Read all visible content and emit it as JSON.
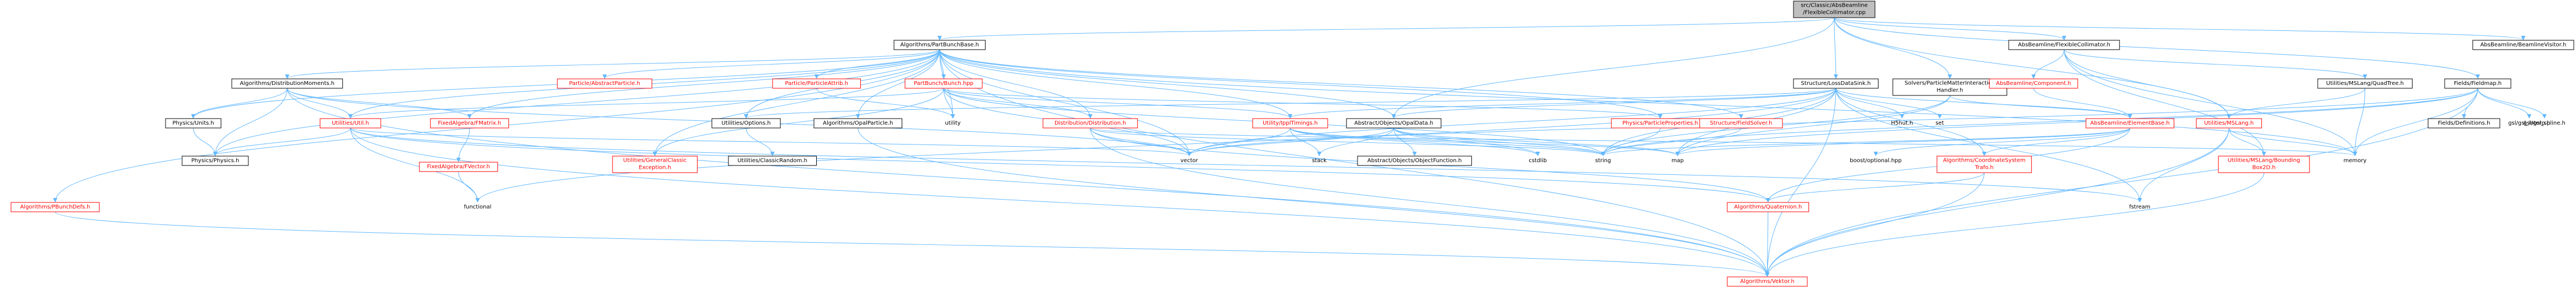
{
  "colors": {
    "background": "#ffffff",
    "node_fill": "#ffffff",
    "node_border": "#000000",
    "node_text": "#000000",
    "root_fill": "#bfbfbf",
    "link_text": "#ff0000",
    "edge": "#63b8ff"
  },
  "nodes": [
    {
      "id": "root",
      "lines": [
        "src/Classic/AbsBeamline",
        "/FlexibleCollimator.cpp"
      ],
      "kind": "root"
    },
    {
      "id": "n1",
      "lines": [
        "Algorithms/PartBunchBase.h"
      ],
      "kind": "normal"
    },
    {
      "id": "n2",
      "lines": [
        "AbsBeamline/FlexibleCollimator.h"
      ],
      "kind": "normal"
    },
    {
      "id": "n3",
      "lines": [
        "AbsBeamline/BeamlineVisitor.h"
      ],
      "kind": "normal"
    },
    {
      "id": "n4",
      "lines": [
        "Structure/LossDataSink.h"
      ],
      "kind": "normal"
    },
    {
      "id": "n5",
      "lines": [
        "Solvers/ParticleMatterInteraction",
        "Handler.h"
      ],
      "kind": "normal"
    },
    {
      "id": "n6",
      "lines": [
        "Fields/Fieldmap.h"
      ],
      "kind": "normal"
    },
    {
      "id": "n7",
      "lines": [
        "Algorithms/DistributionMoments.h"
      ],
      "kind": "normal"
    },
    {
      "id": "n8",
      "lines": [
        "Particle/AbstractParticle.h"
      ],
      "kind": "link"
    },
    {
      "id": "n9",
      "lines": [
        "Particle/ParticleAttrib.h"
      ],
      "kind": "link"
    },
    {
      "id": "n10",
      "lines": [
        "PartBunch/Bunch.hpp"
      ],
      "kind": "link"
    },
    {
      "id": "n11",
      "lines": [
        "AbsBeamline/Component.h"
      ],
      "kind": "link"
    },
    {
      "id": "n12",
      "lines": [
        "Utilities/MSLang/QuadTree.h"
      ],
      "kind": "normal"
    },
    {
      "id": "n13",
      "lines": [
        "Physics/Units.h"
      ],
      "kind": "normal"
    },
    {
      "id": "n14",
      "lines": [
        "Utilities/Util.h"
      ],
      "kind": "link"
    },
    {
      "id": "n15",
      "lines": [
        "FixedAlgebra/FMatrix.h"
      ],
      "kind": "link"
    },
    {
      "id": "n16",
      "lines": [
        "Utilities/Options.h"
      ],
      "kind": "normal"
    },
    {
      "id": "n17",
      "lines": [
        "Algorithms/OpalParticle.h"
      ],
      "kind": "normal"
    },
    {
      "id": "n18",
      "lines": [
        "Distribution/Distribution.h"
      ],
      "kind": "link"
    },
    {
      "id": "n19",
      "lines": [
        "Utility/IpplTimings.h"
      ],
      "kind": "link"
    },
    {
      "id": "n20",
      "lines": [
        "Abstract/Objects/OpalData.h"
      ],
      "kind": "normal"
    },
    {
      "id": "n21",
      "lines": [
        "Physics/ParticleProperties.h"
      ],
      "kind": "link"
    },
    {
      "id": "n22",
      "lines": [
        "Structure/FieldSolver.h"
      ],
      "kind": "link"
    },
    {
      "id": "n23",
      "lines": [
        "AbsBeamline/ElementBase.h"
      ],
      "kind": "link"
    },
    {
      "id": "n24",
      "lines": [
        "Utilities/MSLang.h"
      ],
      "kind": "link"
    },
    {
      "id": "n25",
      "lines": [
        "Fields/Definitions.h"
      ],
      "kind": "normal"
    },
    {
      "id": "n26",
      "lines": [
        "gsl/gsl_interp.h"
      ],
      "kind": "plain"
    },
    {
      "id": "n27",
      "lines": [
        "gsl/gsl_spline.h"
      ],
      "kind": "plain"
    },
    {
      "id": "n28",
      "lines": [
        "utility"
      ],
      "kind": "plain"
    },
    {
      "id": "n29",
      "lines": [
        "H5hut.h"
      ],
      "kind": "plain"
    },
    {
      "id": "n30",
      "lines": [
        "set"
      ],
      "kind": "plain"
    },
    {
      "id": "n31",
      "lines": [
        "Physics/Physics.h"
      ],
      "kind": "normal"
    },
    {
      "id": "n32",
      "lines": [
        "Utilities/GeneralClassic",
        "Exception.h"
      ],
      "kind": "link"
    },
    {
      "id": "n33",
      "lines": [
        "Utilities/ClassicRandom.h"
      ],
      "kind": "normal"
    },
    {
      "id": "n34",
      "lines": [
        "FixedAlgebra/FVector.h"
      ],
      "kind": "link"
    },
    {
      "id": "n35",
      "lines": [
        "vector"
      ],
      "kind": "plain"
    },
    {
      "id": "n36",
      "lines": [
        "stack"
      ],
      "kind": "plain"
    },
    {
      "id": "n37",
      "lines": [
        "Abstract/Objects/ObjectFunction.h"
      ],
      "kind": "normal"
    },
    {
      "id": "n38",
      "lines": [
        "cstdlib"
      ],
      "kind": "plain"
    },
    {
      "id": "n39",
      "lines": [
        "string"
      ],
      "kind": "plain"
    },
    {
      "id": "n40",
      "lines": [
        "map"
      ],
      "kind": "plain"
    },
    {
      "id": "n41",
      "lines": [
        "boost/optional.hpp"
      ],
      "kind": "plain"
    },
    {
      "id": "n42",
      "lines": [
        "Algorithms/CoordinateSystem",
        "Trafo.h"
      ],
      "kind": "link"
    },
    {
      "id": "n43",
      "lines": [
        "Utilities/MSLang/Bounding",
        "Box2D.h"
      ],
      "kind": "link"
    },
    {
      "id": "n44",
      "lines": [
        "memory"
      ],
      "kind": "plain"
    },
    {
      "id": "n45",
      "lines": [
        "functional"
      ],
      "kind": "plain"
    },
    {
      "id": "n46",
      "lines": [
        "fstream"
      ],
      "kind": "plain"
    },
    {
      "id": "n47",
      "lines": [
        "Algorithms/Quaternion.h"
      ],
      "kind": "link"
    },
    {
      "id": "n48",
      "lines": [
        "Algorithms/PBunchDefs.h"
      ],
      "kind": "link"
    },
    {
      "id": "n49",
      "lines": [
        "Algorithms/Vektor.h"
      ],
      "kind": "link"
    }
  ],
  "edges": [
    [
      "root",
      "n1"
    ],
    [
      "root",
      "n2"
    ],
    [
      "root",
      "n3"
    ],
    [
      "root",
      "n4"
    ],
    [
      "root",
      "n5"
    ],
    [
      "root",
      "n6"
    ],
    [
      "root",
      "n20"
    ],
    [
      "root",
      "n24"
    ],
    [
      "n1",
      "n7"
    ],
    [
      "n1",
      "n8"
    ],
    [
      "n1",
      "n9"
    ],
    [
      "n1",
      "n10"
    ],
    [
      "n1",
      "n13"
    ],
    [
      "n1",
      "n14"
    ],
    [
      "n1",
      "n15"
    ],
    [
      "n1",
      "n16"
    ],
    [
      "n1",
      "n17"
    ],
    [
      "n1",
      "n18"
    ],
    [
      "n1",
      "n19"
    ],
    [
      "n1",
      "n20"
    ],
    [
      "n1",
      "n21"
    ],
    [
      "n1",
      "n22"
    ],
    [
      "n1",
      "n28"
    ],
    [
      "n1",
      "n31"
    ],
    [
      "n1",
      "n32"
    ],
    [
      "n1",
      "n35"
    ],
    [
      "n1",
      "n44"
    ],
    [
      "n1",
      "n48"
    ],
    [
      "n1",
      "n49"
    ],
    [
      "n2",
      "n11"
    ],
    [
      "n2",
      "n12"
    ],
    [
      "n2",
      "n24"
    ],
    [
      "n2",
      "n43"
    ],
    [
      "n2",
      "n44"
    ],
    [
      "n4",
      "n16"
    ],
    [
      "n4",
      "n19"
    ],
    [
      "n4",
      "n20"
    ],
    [
      "n4",
      "n23"
    ],
    [
      "n4",
      "n29"
    ],
    [
      "n4",
      "n30"
    ],
    [
      "n4",
      "n35"
    ],
    [
      "n4",
      "n39"
    ],
    [
      "n4",
      "n40"
    ],
    [
      "n4",
      "n42"
    ],
    [
      "n4",
      "n45"
    ],
    [
      "n4",
      "n46"
    ],
    [
      "n4",
      "n49"
    ],
    [
      "n5",
      "n23"
    ],
    [
      "n5",
      "n39"
    ],
    [
      "n5",
      "n40"
    ],
    [
      "n6",
      "n25"
    ],
    [
      "n6",
      "n26"
    ],
    [
      "n6",
      "n27"
    ],
    [
      "n6",
      "n35"
    ],
    [
      "n6",
      "n39"
    ],
    [
      "n6",
      "n40"
    ],
    [
      "n6",
      "n44"
    ],
    [
      "n6",
      "n49"
    ],
    [
      "n7",
      "n13"
    ],
    [
      "n7",
      "n14"
    ],
    [
      "n7",
      "n15"
    ],
    [
      "n7",
      "n31"
    ],
    [
      "n7",
      "n35"
    ],
    [
      "n7",
      "n49"
    ],
    [
      "n9",
      "n28"
    ],
    [
      "n10",
      "n14"
    ],
    [
      "n10",
      "n18"
    ],
    [
      "n10",
      "n19"
    ],
    [
      "n10",
      "n21"
    ],
    [
      "n10",
      "n28"
    ],
    [
      "n10",
      "n32"
    ],
    [
      "n10",
      "n35"
    ],
    [
      "n10",
      "n39"
    ],
    [
      "n11",
      "n23"
    ],
    [
      "n12",
      "n24"
    ],
    [
      "n12",
      "n44"
    ],
    [
      "n13",
      "n31"
    ],
    [
      "n14",
      "n31"
    ],
    [
      "n14",
      "n35"
    ],
    [
      "n14",
      "n45"
    ],
    [
      "n14",
      "n46"
    ],
    [
      "n14",
      "n47"
    ],
    [
      "n14",
      "n49"
    ],
    [
      "n15",
      "n34"
    ],
    [
      "n16",
      "n33"
    ],
    [
      "n17",
      "n49"
    ],
    [
      "n18",
      "n35"
    ],
    [
      "n18",
      "n39"
    ],
    [
      "n18",
      "n44"
    ],
    [
      "n18",
      "n47"
    ],
    [
      "n18",
      "n49"
    ],
    [
      "n19",
      "n35"
    ],
    [
      "n19",
      "n36"
    ],
    [
      "n19",
      "n38"
    ],
    [
      "n19",
      "n39"
    ],
    [
      "n19",
      "n40"
    ],
    [
      "n20",
      "n35"
    ],
    [
      "n20",
      "n36"
    ],
    [
      "n20",
      "n37"
    ],
    [
      "n20",
      "n38"
    ],
    [
      "n20",
      "n39"
    ],
    [
      "n20",
      "n40"
    ],
    [
      "n21",
      "n39"
    ],
    [
      "n22",
      "n39"
    ],
    [
      "n23",
      "n39"
    ],
    [
      "n23",
      "n40"
    ],
    [
      "n23",
      "n41"
    ],
    [
      "n23",
      "n42"
    ],
    [
      "n23",
      "n47"
    ],
    [
      "n24",
      "n43"
    ],
    [
      "n24",
      "n44"
    ],
    [
      "n24",
      "n46"
    ],
    [
      "n24",
      "n49"
    ],
    [
      "n34",
      "n45"
    ],
    [
      "n42",
      "n47"
    ],
    [
      "n42",
      "n49"
    ],
    [
      "n43",
      "n49"
    ],
    [
      "n47",
      "n49"
    ],
    [
      "n48",
      "n49"
    ]
  ]
}
